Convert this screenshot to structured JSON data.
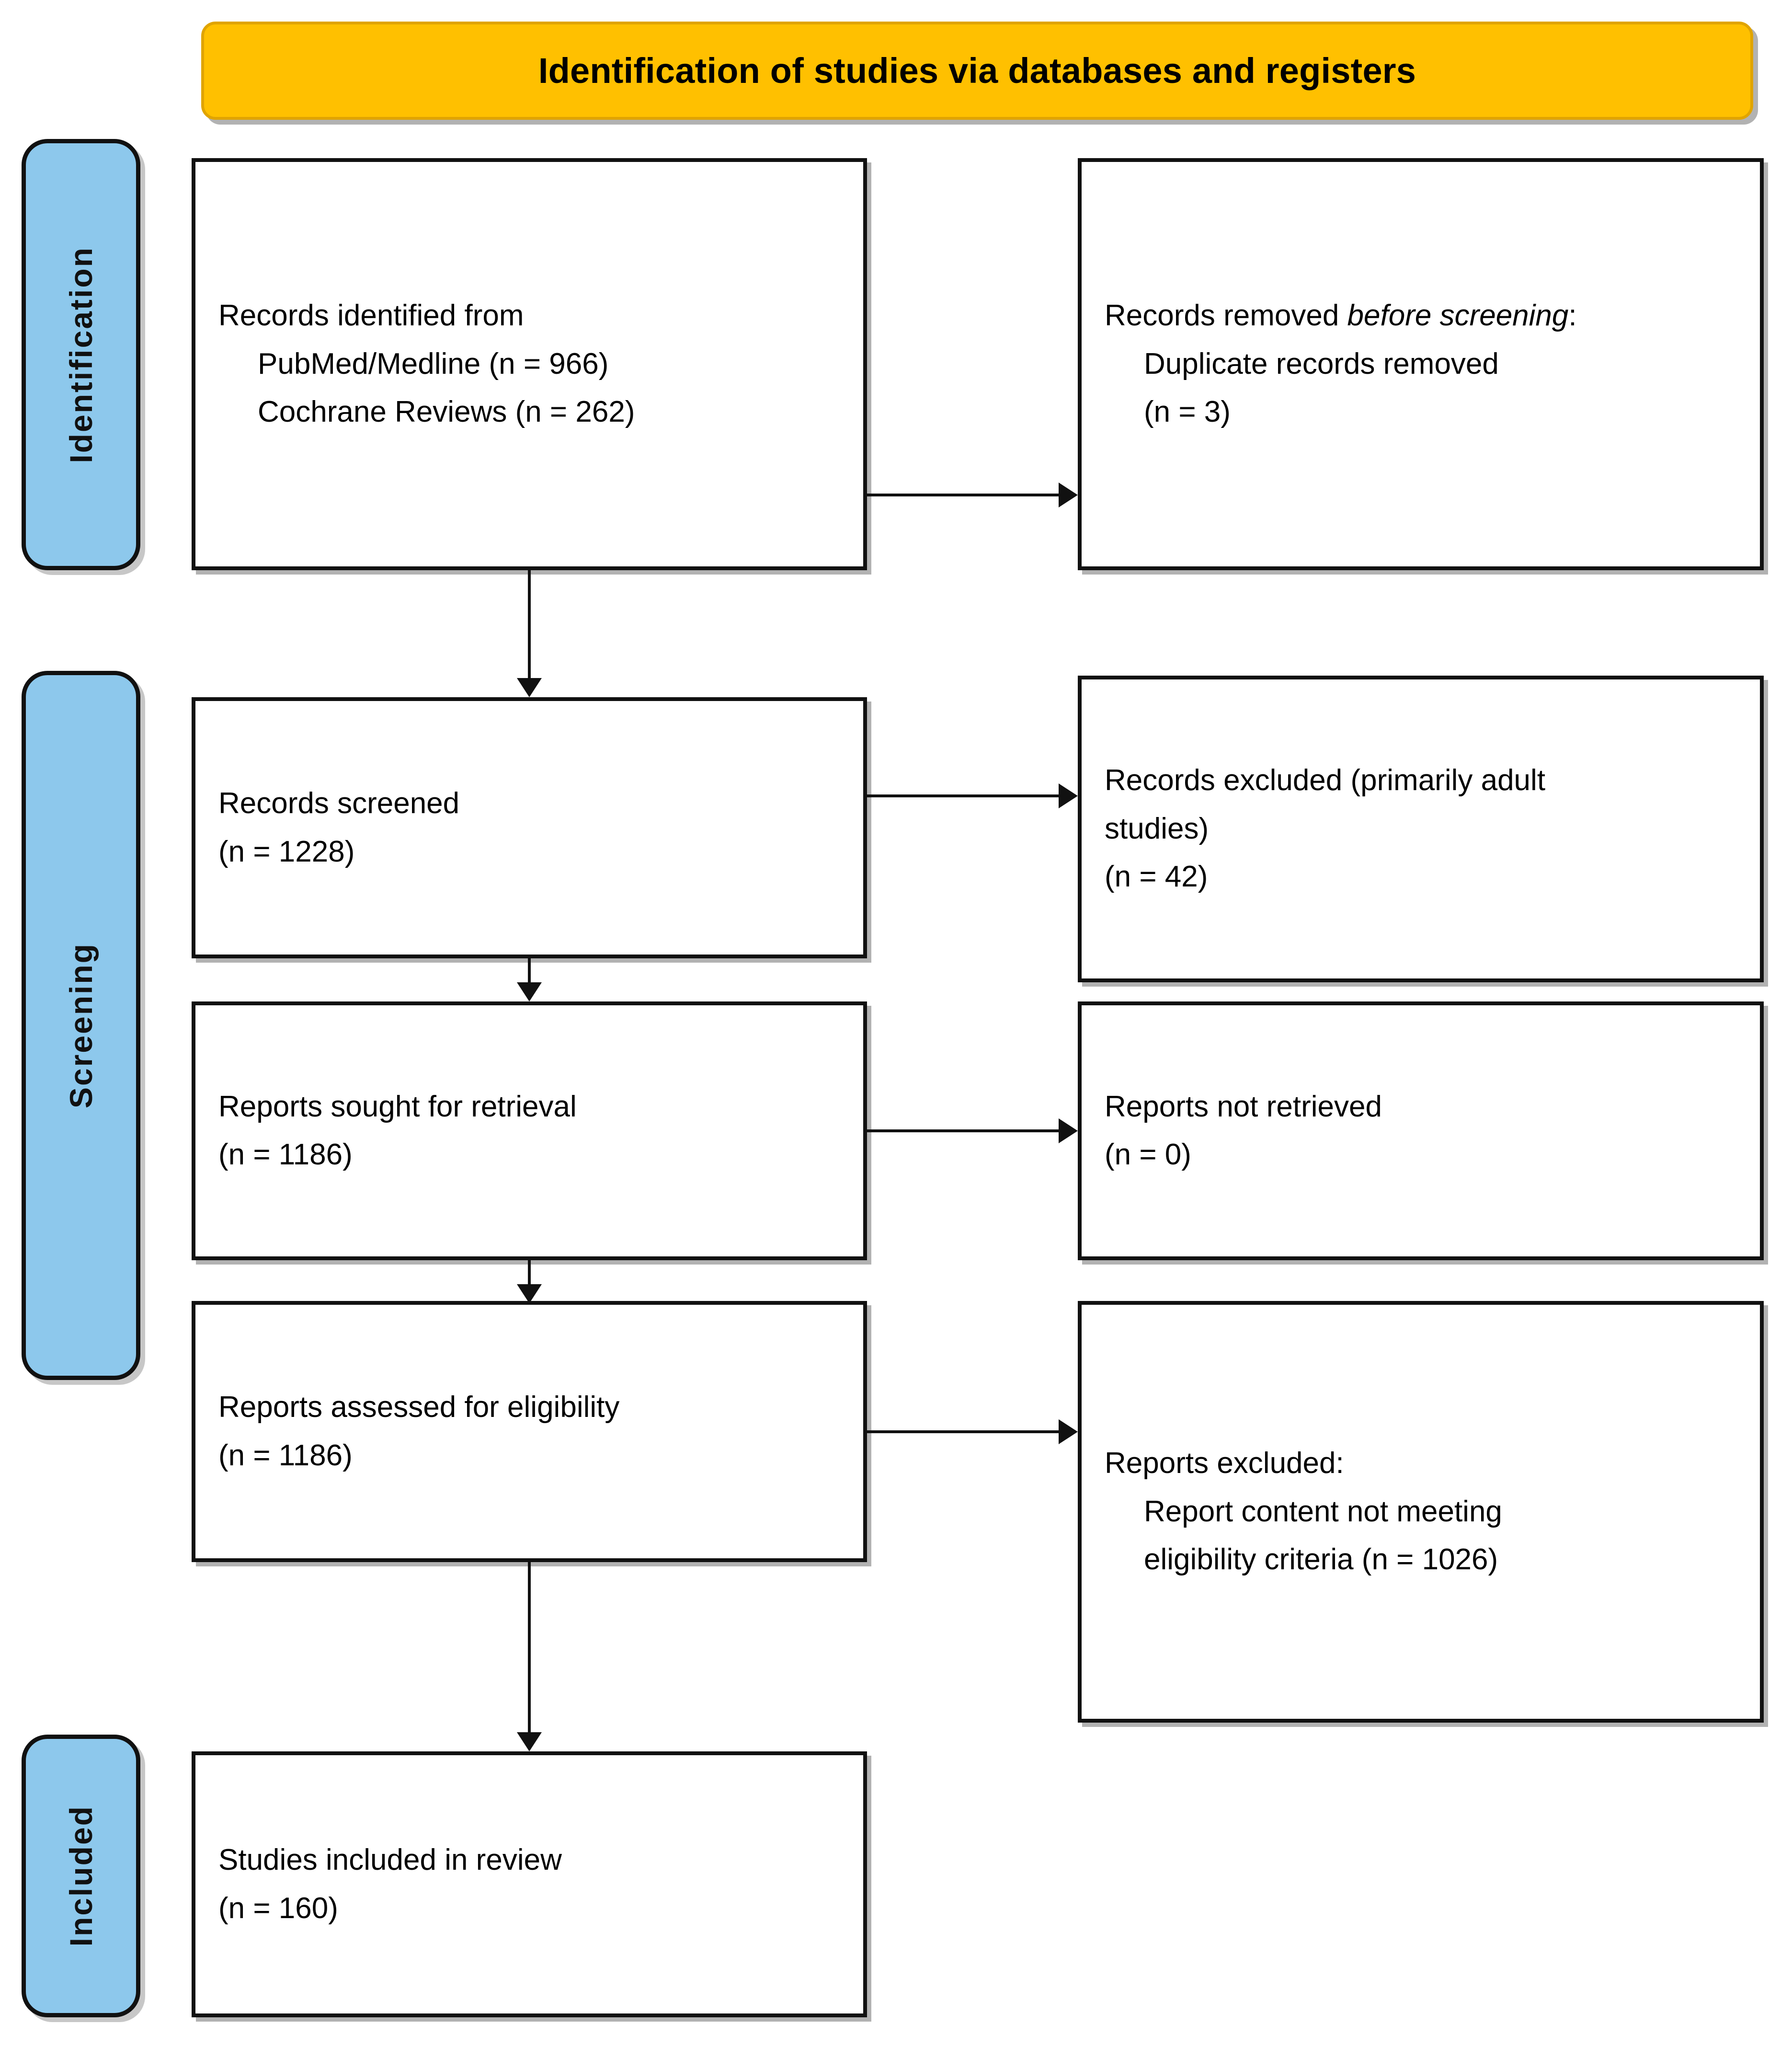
{
  "header": {
    "title": "Identification of studies via databases and registers",
    "bg_color": "#FFC000"
  },
  "stages": [
    {
      "id": "identification",
      "label": "Identification",
      "bg_color": "#8DC8EC"
    },
    {
      "id": "screening",
      "label": "Screening",
      "bg_color": "#8DC8EC"
    },
    {
      "id": "included",
      "label": "Included",
      "bg_color": "#8DC8EC"
    }
  ],
  "boxes": {
    "records_identified": {
      "line1": "Records identified from",
      "line2": "PubMed/Medline (n = 966)",
      "line3": "Cochrane Reviews (n = 262)"
    },
    "records_removed": {
      "line1_a": "Records removed ",
      "line1_b": "before screening",
      "line1_c": ":",
      "line2": "Duplicate records removed",
      "line3": "(n = 3)"
    },
    "records_screened": {
      "line1": "Records screened",
      "line2": "(n = 1228)"
    },
    "records_excluded": {
      "line1": "Records excluded (primarily adult",
      "line2": "studies)",
      "line3": "(n = 42)"
    },
    "reports_sought": {
      "line1": "Reports sought for retrieval",
      "line2": "(n = 1186)"
    },
    "reports_not_retrieved": {
      "line1": "Reports not retrieved",
      "line2": "(n = 0)"
    },
    "reports_assessed": {
      "line1": "Reports assessed for eligibility",
      "line2": "(n = 1186)"
    },
    "reports_excluded": {
      "line1": "Reports excluded:",
      "line2": "Report content not meeting",
      "line3": "eligibility criteria (n = 1026)"
    },
    "studies_included": {
      "line1": "Studies included in review",
      "line2": "(n = 160)"
    }
  },
  "counts": {
    "pubmed_medline": 966,
    "cochrane_reviews": 262,
    "duplicates_removed": 3,
    "records_screened": 1228,
    "records_excluded": 42,
    "reports_sought": 1186,
    "reports_not_retrieved": 0,
    "reports_assessed": 1186,
    "reports_excluded": 1026,
    "studies_included": 160
  }
}
